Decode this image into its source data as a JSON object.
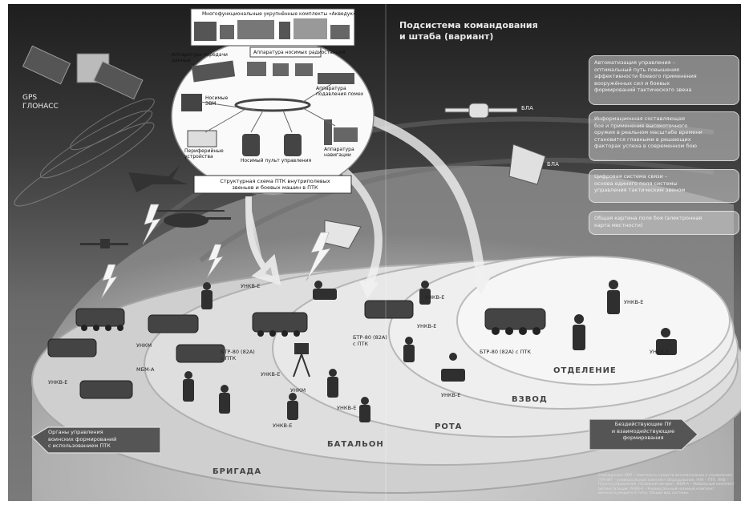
{
  "diagram": {
    "header": {
      "title_line1": "Подсистема командования",
      "title_line2": "и штаба (вариант)"
    },
    "satellite": {
      "label_line1": "GPS",
      "label_line2": "ГЛОНАСС",
      "icon": "satellite-icon"
    },
    "panel": {
      "top_caption": "Многофункциональные укрупнённые комплекты «Акведук»",
      "left_caption": "Аппаратура передачи данных",
      "center_caption": "Аппаратура носимых радиостанций",
      "right_caption": "Аппаратура подавления помех",
      "laptop_caption": "Носимые ЭВМ",
      "tablet_caption": "Носимый пульт управления",
      "gps_caption": "Аппаратура навигации",
      "periph_caption": "Периферийные устройства",
      "bottom_caption_line1": "Структурная схема ПТК внутриполевых",
      "bottom_caption_line2": "звеньев и боевых машин в ПТК"
    },
    "side_boxes": [
      [
        "Автоматизация управления –",
        "оптимальный путь повышения",
        "эффективности боевого применения",
        "вооружённых сил и боевых",
        "формирований тактического звена"
      ],
      [
        "Информационная составляющая",
        "боя и применение высокоточного",
        "оружия в реальном масштабе времени",
        "становится главными в решающих",
        "факторах успеха в современном бою"
      ],
      [
        "Цифровая система связи –",
        "основа единого поля системы",
        "управления тактическим звеном"
      ],
      [
        "Общая картина поля боя (электронная",
        "карта местности)"
      ]
    ],
    "uav_labels": [
      "БЛА",
      "БЛА"
    ],
    "unit_labels": {
      "unkb_e_1": "УНКВ-Е",
      "unkb_e_2": "УНКВ-Е",
      "unkb_e_3": "УНКВ-Е",
      "unkb_e_4": "УНКВ-Е",
      "unkb_e_5": "УНКВ-Е",
      "unkb_e_6": "УНКВ-Е",
      "unkb_e_7": "УНКВ-Е",
      "unkb_e_8": "УНКВ-Е",
      "unkb_e_9": "УНКВ-Е",
      "unkb_e_10": "УНКВ-Е",
      "unkm": "УНКМ",
      "mbm_a": "МБМ-А",
      "unkm_2": "УНКМ",
      "btr_bat": "БТР-80 (82А)",
      "btr_bat_2": "с ПТК",
      "btr_rota": "БТР-80 (82А)",
      "btr_rota_2": "с ПТК",
      "btr_otd": "БТР-80 (82А) с ПТК"
    },
    "levels": {
      "brigada": "БРИГАДА",
      "batalon": "БАТАЛЬОН",
      "rota": "РОТА",
      "vzvod": "ВЗВОД",
      "otdelenie": "ОТДЕЛЕНИЕ"
    },
    "callout_left": [
      "Органы управления",
      "воинских формирований",
      "с использованием ПТК"
    ],
    "callout_right": [
      "Бездействующие ПУ",
      "и взаимодействующие",
      "формирования"
    ],
    "footnote": "Сокращения: КВП – комплексы средств автоматизации и управления; ГРАНИТ – универсальный комплект оборудования. УНК – ПТК. ЛКВ – Пункты управления. Позывной автомат. МБМ-А – Мобильный комплект автоматизации. УНКВ-Е – Универсальный носимый комплект военнослужащего Е-типа. Общий вид системы.",
    "colors": {
      "sky_dark": "#1e1e1e",
      "ground": "#7a7a7a",
      "dome": "#d9d9d9"
    }
  }
}
